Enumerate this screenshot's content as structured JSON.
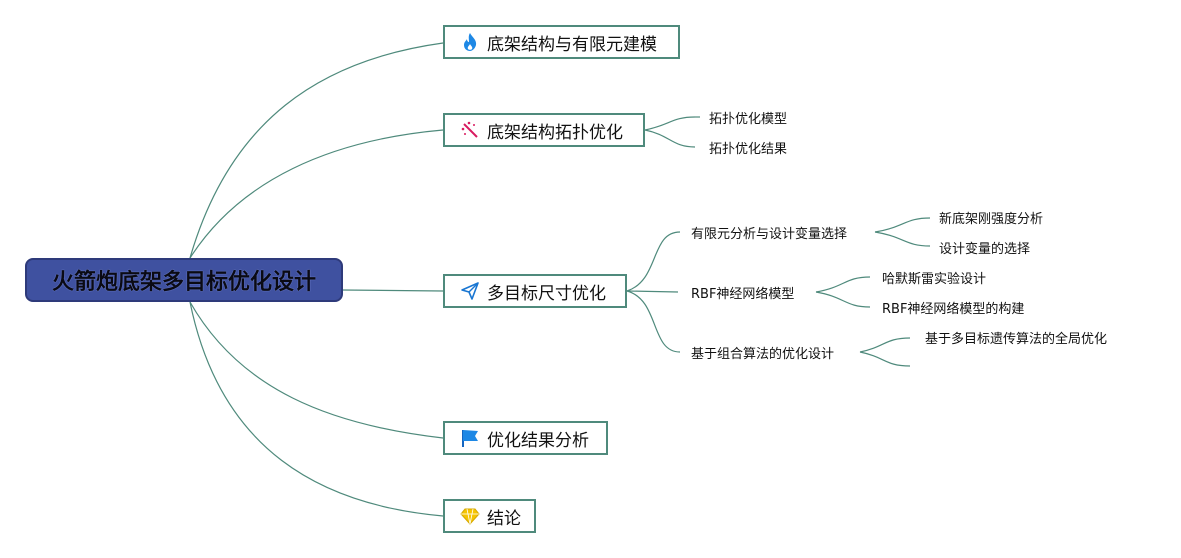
{
  "root": {
    "label": "火箭炮底架多目标优化设计"
  },
  "branches": [
    {
      "label": "底架结构与有限元建模",
      "icon": "fire-icon",
      "color": "#1e88e5"
    },
    {
      "label": "底架结构拓扑优化",
      "icon": "magic-wand-icon",
      "color": "#d81b60"
    },
    {
      "label": "多目标尺寸优化",
      "icon": "paper-plane-icon",
      "color": "#1976d2"
    },
    {
      "label": "优化结果分析",
      "icon": "flag-icon",
      "color": "#1e88e5"
    },
    {
      "label": "结论",
      "icon": "diamond-icon",
      "color": "#f5c400"
    }
  ],
  "topology": {
    "children": [
      "拓扑优化模型",
      "拓扑优化结果"
    ]
  },
  "sizing": {
    "sub": [
      {
        "label": "有限元分析与设计变量选择",
        "children": [
          "新底架刚强度分析",
          "设计变量的选择"
        ]
      },
      {
        "label": "RBF神经网络模型",
        "children": [
          "哈默斯雷实验设计",
          "RBF神经网络模型的构建"
        ]
      },
      {
        "label": "基于组合算法的优化设计",
        "children": [
          "基于多目标遗传算法的全局优化"
        ]
      }
    ]
  },
  "colors": {
    "line": "#4f8a7c",
    "root_fill": "#3f51a0"
  }
}
